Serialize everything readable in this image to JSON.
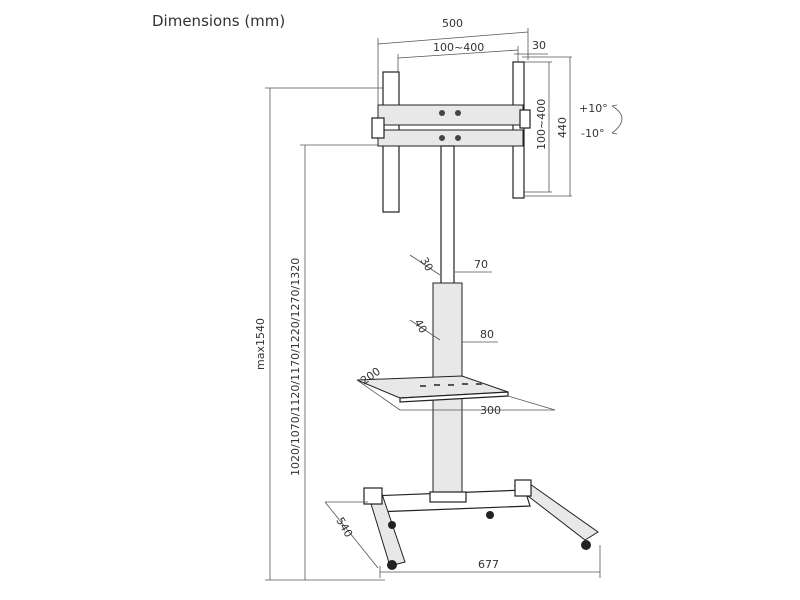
{
  "title": "Dimensions (mm)",
  "labels": {
    "overall_width": "500",
    "vesa_horizontal": "100~400",
    "mount_depth": "30",
    "vesa_vertical": "100~400",
    "mount_height": "440",
    "tilt_up": "+10°",
    "tilt_down": "-10°",
    "max_height": "max1540",
    "height_positions": "1020/1070/1120/1170/1220/1270/1320",
    "upper_pole_depth": "30",
    "upper_pole_width": "70",
    "lower_pole_depth": "40",
    "lower_pole_width": "80",
    "shelf_depth": "200",
    "shelf_width": "300",
    "base_depth": "540",
    "base_width": "677"
  }
}
